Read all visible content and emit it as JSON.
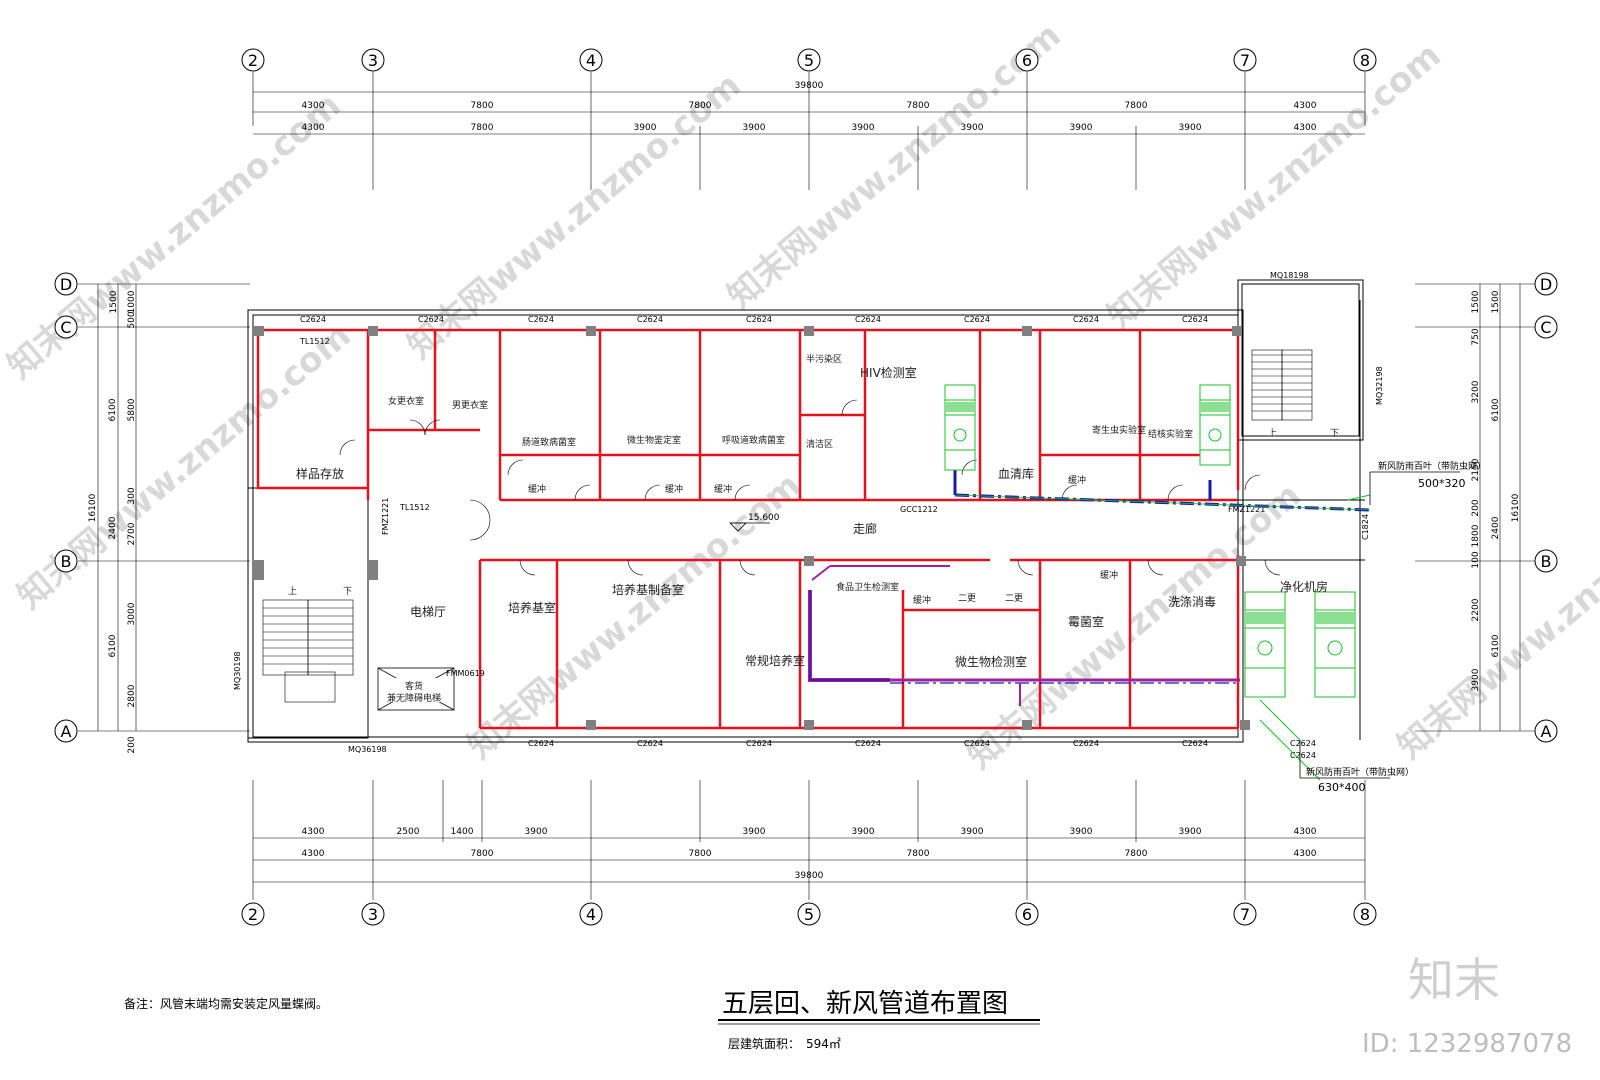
{
  "drawing": {
    "title": "五层回、新风管道布置图",
    "area_label": "层建筑面积：",
    "area_value": "594㎡",
    "note": "备注：风管末端均需安装定风量蝶阀。",
    "logo": "知末",
    "id": "ID: 1232987078"
  },
  "watermarks": [
    "知末网www.znzmo.com",
    "知末网www.znzmo.com",
    "知末网www.znzmo.com",
    "知末网www.znzmo.com",
    "知末网www.znzmo.com",
    "知末网www.znzmo.com",
    "知末网www.znzmo.com",
    "知末网www.znzmo.com"
  ],
  "axes": {
    "columns": [
      "2",
      "3",
      "4",
      "5",
      "6",
      "7",
      "8"
    ],
    "rows": [
      "D",
      "C",
      "B",
      "A"
    ]
  },
  "dims": {
    "top_total": "39800",
    "top_row1": [
      "4300",
      "7800",
      "7800",
      "7800",
      "7800",
      "4300"
    ],
    "top_row2": [
      "4300",
      "7800",
      "3900",
      "3900",
      "3900",
      "3900",
      "3900",
      "3900",
      "4300"
    ],
    "bottom_row1": [
      "4300",
      "2500",
      "1400",
      "3900",
      "3900",
      "3900",
      "3900",
      "3900",
      "3900",
      "4300"
    ],
    "bottom_row2": [
      "4300",
      "7800",
      "7800",
      "7800",
      "7800",
      "4300"
    ],
    "bottom_total": "39800",
    "left_outer": "16100",
    "left_mid": [
      "6100",
      "2400",
      "6100"
    ],
    "left_inner": [
      "1500",
      "1000",
      "500",
      "5800",
      "300",
      "2700",
      "3000",
      "2800",
      "200"
    ],
    "right_outer": "16100",
    "right_mid": [
      "1500",
      "6100",
      "2400",
      "6100"
    ],
    "right_inner": [
      "1500",
      "750",
      "3200",
      "2150",
      "200",
      "1800",
      "100",
      "2200",
      "3900"
    ]
  },
  "rooms": {
    "sample": "样品存放",
    "female": "女更衣室",
    "male": "男更衣室",
    "intestinal": "肠道致病菌室",
    "microbe_id": "微生物鉴定室",
    "respiratory": "呼吸道致病菌室",
    "semi": "半污染区",
    "clean": "清洁区",
    "hiv": "HIV检测室",
    "serum": "血清库",
    "parasite": "寄生虫实验室",
    "tb": "结核实验室",
    "corridor": "走廊",
    "elevator": "电梯厅",
    "culture_media": "培养基室",
    "media_prep": "培养基制备室",
    "routine": "常规培养室",
    "food_hygiene": "食品卫生检测室",
    "microbe_test": "微生物检测室",
    "mold": "霉菌室",
    "wash": "洗涤消毒",
    "purify": "净化机房",
    "buffer": "缓冲",
    "second_change": "二更",
    "up": "上",
    "down": "下",
    "freight": "客货",
    "barrier_free": "兼无障碍电梯"
  },
  "labels": {
    "elev": "15.600",
    "fresh_air_1": "新风防雨百叶（带防虫网）",
    "size_1": "500*320",
    "fresh_air_2": "新风防雨百叶（带防虫网）",
    "size_2": "630*400",
    "win_top": [
      "C2624",
      "C2624",
      "C2624",
      "C2624",
      "C2624",
      "C2624",
      "C2624",
      "C2624",
      "C2624"
    ],
    "win_bot": [
      "C2624",
      "C2624",
      "C2624",
      "C2624",
      "C2624",
      "C2624",
      "C2624",
      "C2624",
      "C2624"
    ],
    "mq_top": "MQ18198",
    "mq_right": "MQ32198",
    "mq_left": "MQ30198",
    "mq_bottom": "MQ36198",
    "tl_1": "TL1512",
    "tl_2": "TL1512",
    "fm_1": "FMZ1221",
    "fm_2": "FMZ1221",
    "fm_3": "FMM0619",
    "gcc": "GCC1212",
    "c1824": "C1824"
  },
  "colors": {
    "wall": "#e0141e",
    "duct_return": "#1a1aa8",
    "duct_fresh": "#a020a0",
    "equipment": "#18c028",
    "line": "#000000"
  }
}
